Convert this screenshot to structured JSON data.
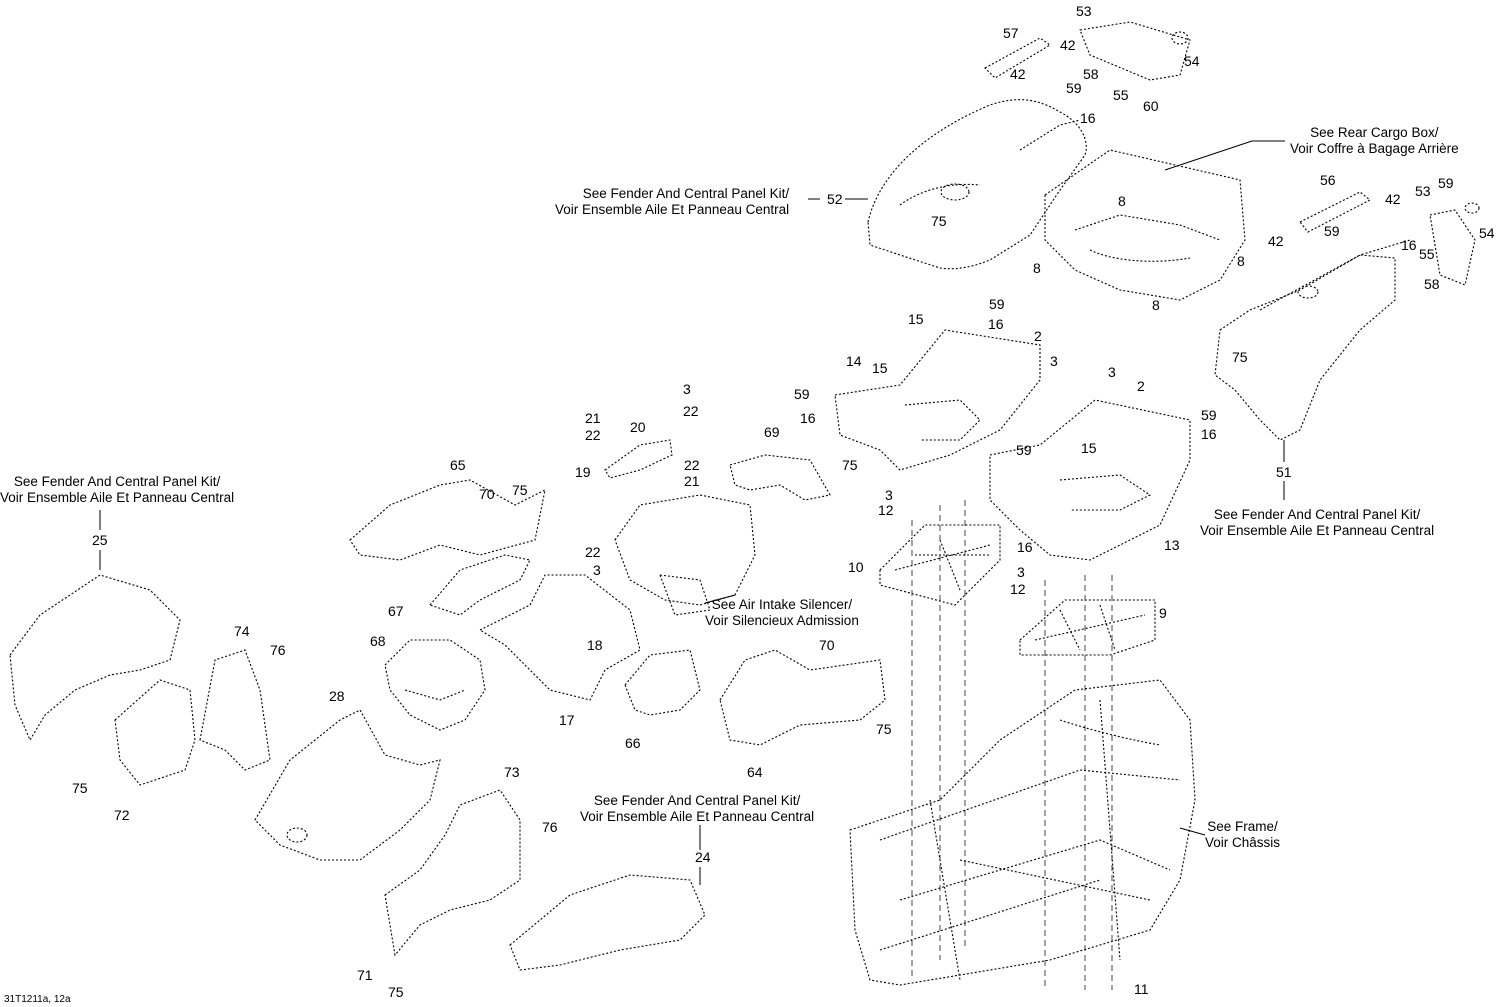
{
  "diagram": {
    "reference_code": "31T1211a, 12a",
    "notes": {
      "fender_kit_top": [
        "See Fender And Central Panel Kit/",
        "Voir Ensemble Aile Et Panneau Central"
      ],
      "fender_kit_left": [
        "See Fender And Central Panel Kit/",
        "Voir Ensemble Aile Et Panneau Central"
      ],
      "fender_kit_bottom": [
        "See Fender And Central Panel Kit/",
        "Voir Ensemble Aile Et Panneau Central"
      ],
      "fender_kit_right": [
        "See Fender And Central Panel Kit/",
        "Voir Ensemble Aile Et Panneau Central"
      ],
      "rear_cargo_box": [
        "See Rear Cargo Box/",
        "Voir Coffre à Bagage Arrière"
      ],
      "air_intake": [
        "See Air Intake Silencer/",
        "Voir Silencieux Admission"
      ],
      "frame": [
        "See Frame/",
        "Voir Châssis"
      ]
    },
    "callouts": [
      {
        "id": "c53a",
        "text": "53"
      },
      {
        "id": "c57",
        "text": "57"
      },
      {
        "id": "c42a",
        "text": "42"
      },
      {
        "id": "c54a",
        "text": "54"
      },
      {
        "id": "c58a",
        "text": "58"
      },
      {
        "id": "c42b",
        "text": "42"
      },
      {
        "id": "c59a",
        "text": "59"
      },
      {
        "id": "c55a",
        "text": "55"
      },
      {
        "id": "c60",
        "text": "60"
      },
      {
        "id": "c16a",
        "text": "16"
      },
      {
        "id": "c52",
        "text": "52"
      },
      {
        "id": "c8a",
        "text": "8"
      },
      {
        "id": "c75a",
        "text": "75"
      },
      {
        "id": "c8b",
        "text": "8"
      },
      {
        "id": "c8c",
        "text": "8"
      },
      {
        "id": "c8d",
        "text": "8"
      },
      {
        "id": "c56",
        "text": "56"
      },
      {
        "id": "c42c",
        "text": "42"
      },
      {
        "id": "c53b",
        "text": "53"
      },
      {
        "id": "c59b",
        "text": "59"
      },
      {
        "id": "c42d",
        "text": "42"
      },
      {
        "id": "c59c",
        "text": "59"
      },
      {
        "id": "c16b",
        "text": "16"
      },
      {
        "id": "c54b",
        "text": "54"
      },
      {
        "id": "c55b",
        "text": "55"
      },
      {
        "id": "c58b",
        "text": "58"
      },
      {
        "id": "c75b",
        "text": "75"
      },
      {
        "id": "c51",
        "text": "51"
      },
      {
        "id": "c59d",
        "text": "59"
      },
      {
        "id": "c15a",
        "text": "15"
      },
      {
        "id": "c16c",
        "text": "16"
      },
      {
        "id": "c2a",
        "text": "2"
      },
      {
        "id": "c3a",
        "text": "3"
      },
      {
        "id": "c14",
        "text": "14"
      },
      {
        "id": "c15b",
        "text": "15"
      },
      {
        "id": "c59e",
        "text": "59"
      },
      {
        "id": "c16d",
        "text": "16"
      },
      {
        "id": "c75c",
        "text": "75"
      },
      {
        "id": "c3b",
        "text": "3"
      },
      {
        "id": "c2b",
        "text": "2"
      },
      {
        "id": "c59f",
        "text": "59"
      },
      {
        "id": "c16e",
        "text": "16"
      },
      {
        "id": "c59g",
        "text": "59"
      },
      {
        "id": "c15c",
        "text": "15"
      },
      {
        "id": "c3c",
        "text": "3"
      },
      {
        "id": "c12a",
        "text": "12"
      },
      {
        "id": "c16f",
        "text": "16"
      },
      {
        "id": "c13",
        "text": "13"
      },
      {
        "id": "c10",
        "text": "10"
      },
      {
        "id": "c3d",
        "text": "3"
      },
      {
        "id": "c12b",
        "text": "12"
      },
      {
        "id": "c9",
        "text": "9"
      },
      {
        "id": "c3e",
        "text": "3"
      },
      {
        "id": "c22a",
        "text": "22"
      },
      {
        "id": "c21a",
        "text": "21"
      },
      {
        "id": "c22b",
        "text": "22"
      },
      {
        "id": "c20",
        "text": "20"
      },
      {
        "id": "c19",
        "text": "19"
      },
      {
        "id": "c22c",
        "text": "22"
      },
      {
        "id": "c21b",
        "text": "21"
      },
      {
        "id": "c69",
        "text": "69"
      },
      {
        "id": "c22d",
        "text": "22"
      },
      {
        "id": "c3f",
        "text": "3"
      },
      {
        "id": "c65",
        "text": "65"
      },
      {
        "id": "c70a",
        "text": "70"
      },
      {
        "id": "c75d",
        "text": "75"
      },
      {
        "id": "c25",
        "text": "25"
      },
      {
        "id": "c67",
        "text": "67"
      },
      {
        "id": "c18",
        "text": "18"
      },
      {
        "id": "c17",
        "text": "17"
      },
      {
        "id": "c68",
        "text": "68"
      },
      {
        "id": "c74",
        "text": "74"
      },
      {
        "id": "c76a",
        "text": "76"
      },
      {
        "id": "c28",
        "text": "28"
      },
      {
        "id": "c70b",
        "text": "70"
      },
      {
        "id": "c66",
        "text": "66"
      },
      {
        "id": "c75e",
        "text": "75"
      },
      {
        "id": "c64",
        "text": "64"
      },
      {
        "id": "c75f",
        "text": "75"
      },
      {
        "id": "c72",
        "text": "72"
      },
      {
        "id": "c73",
        "text": "73"
      },
      {
        "id": "c76b",
        "text": "76"
      },
      {
        "id": "c24",
        "text": "24"
      },
      {
        "id": "c71",
        "text": "71"
      },
      {
        "id": "c75g",
        "text": "75"
      },
      {
        "id": "c11",
        "text": "11"
      }
    ]
  }
}
